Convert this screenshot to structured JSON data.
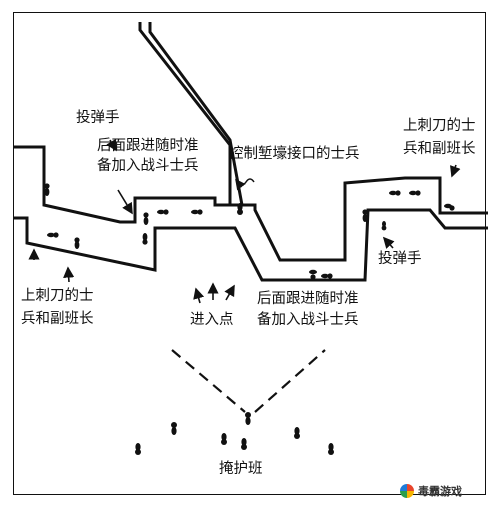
{
  "labels": {
    "grenadier_top": "投弹手",
    "follow_1": "后面跟进随时准",
    "follow_2": "备加入战斗士兵",
    "control_trench": "控制堑壕接口的士兵",
    "bayonet_right_1": "上刺刀的士",
    "bayonet_right_2": "兵和副班长",
    "grenadier_right": "投弹手",
    "bayonet_left_1": "上刺刀的士",
    "bayonet_left_2": "兵和副班长",
    "entry_point": "进入点",
    "follow_bottom_1": "后面跟进随时准",
    "follow_bottom_2": "备加入战斗士兵",
    "cover_squad": "掩护班"
  },
  "icons": [
    "soldier-icon",
    "arrow-icon"
  ],
  "watermark": {
    "text": "毒霸游戏",
    "logo_colors": [
      "#e8452c",
      "#f7b500",
      "#2a9d4b",
      "#1f7bd8"
    ]
  }
}
